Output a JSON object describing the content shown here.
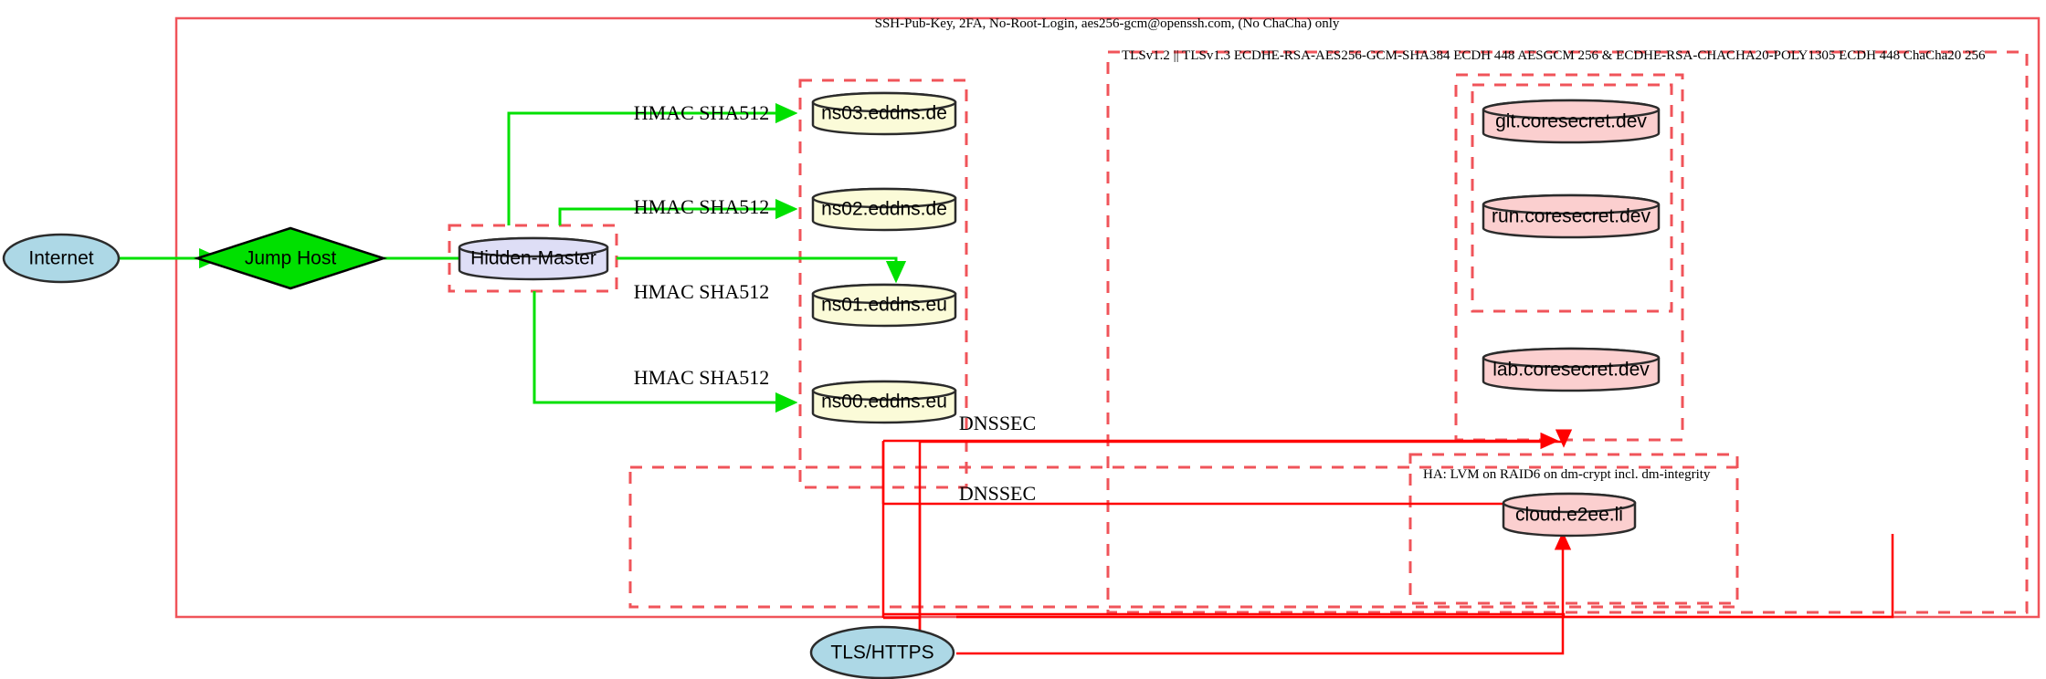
{
  "diagram": {
    "title_label": "SSH-Pub-Key, 2FA, No-Root-Login, aes256-gcm@openssh.com, (No ChaCha) only",
    "clusters": {
      "tls_cipher_label": "TLSv1.2 || TLSv1.3 ECDHE-RSA-AES256-GCM-SHA384 ECDH 448 AESGCM 256 & ECDHE-RSA-CHACHA20-POLY1305 ECDH 448 ChaCha20 256",
      "ha_storage_label": "HA: LVM on RAID6 on dm-crypt incl. dm-integrity"
    },
    "nodes": {
      "internet": {
        "label": "Internet",
        "shape": "ellipse",
        "color": "#add8e6"
      },
      "jump_host": {
        "label": "Jump Host",
        "shape": "diamond",
        "color": "#00e000"
      },
      "hidden_master": {
        "label": "Hidden-Master",
        "shape": "cylinder",
        "color": "#dedef6"
      },
      "ns03": {
        "label": "ns03.eddns.de",
        "shape": "cylinder",
        "color": "#fbfbd8"
      },
      "ns02": {
        "label": "ns02.eddns.de",
        "shape": "cylinder",
        "color": "#fbfbd8"
      },
      "ns01": {
        "label": "ns01.eddns.eu",
        "shape": "cylinder",
        "color": "#fbfbd8"
      },
      "ns00": {
        "label": "ns00.eddns.eu",
        "shape": "cylinder",
        "color": "#fbfbd8"
      },
      "git": {
        "label": "git.coresecret.dev",
        "shape": "cylinder",
        "color": "#fbcfcf"
      },
      "run": {
        "label": "run.coresecret.dev",
        "shape": "cylinder",
        "color": "#fbcfcf"
      },
      "lab": {
        "label": "lab.coresecret.dev",
        "shape": "cylinder",
        "color": "#fbcfcf"
      },
      "cloud": {
        "label": "cloud.e2ee.li",
        "shape": "cylinder",
        "color": "#fbcfcf"
      },
      "tls_https": {
        "label": "TLS/HTTPS",
        "shape": "ellipse",
        "color": "#add8e6"
      }
    },
    "edge_labels": {
      "hmac_ns03": "HMAC SHA512",
      "hmac_ns02": "HMAC SHA512",
      "hmac_ns01": "HMAC SHA512",
      "hmac_ns00": "HMAC SHA512",
      "dnssec_upper": "DNSSEC",
      "dnssec_lower": "DNSSEC"
    },
    "colors": {
      "green_edge": "#00e000",
      "red_edge": "#ff0000",
      "cluster_border": "#f0545a",
      "yellow_node": "#fbfbd8",
      "pink_node": "#fbcfcf",
      "lavender_node": "#dedef6",
      "blue_node": "#add8e6"
    }
  }
}
